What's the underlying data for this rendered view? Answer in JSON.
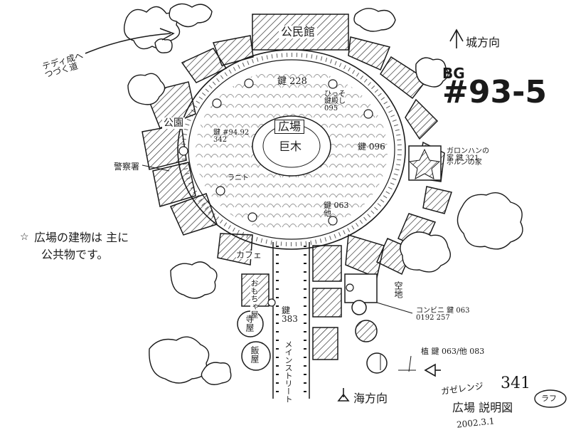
{
  "sheet": {
    "scene_code_prefix": "BG",
    "scene_code": "#93-5",
    "page_number": "341",
    "rough_tag": "ラフ",
    "title": "広場 説明図",
    "date": "2002.3.1",
    "signature": "ガゼレンジ"
  },
  "directions": {
    "castle": "城方向",
    "sea": "海方向",
    "to_town": "テディ成へつづく道"
  },
  "buildings": {
    "community_hall": "公民館",
    "plaza": "広場",
    "giant_tree": "巨木",
    "park": "公園",
    "police": "警察署",
    "cafe": "カフェ",
    "toy_shop": "おもちゃ屋",
    "temple": "寺屋",
    "restaurant": "飯屋",
    "vacant_lot": "空地",
    "house": "ポルンの家"
  },
  "annotations": {
    "lock_228": "鍵 228",
    "lock_942": "鍵 #94.92 342",
    "lock_096": "鍵 096",
    "lock_063": "鍵 063 他",
    "lock_side": "ひっそ 鍵殿し 095",
    "lock_321": "ガロンハンの家 鍵 321",
    "lock_convenience": "コンビニ 鍵 063 0192 257",
    "lock_plant": "植 鍵 063/他 083",
    "lock_main": "鍵 383",
    "main_street": "メインストリート",
    "fountain": "ラニト",
    "note_line1": "広場の建物は 主に",
    "note_line2": "公共物です。",
    "star_mark": "☆"
  }
}
